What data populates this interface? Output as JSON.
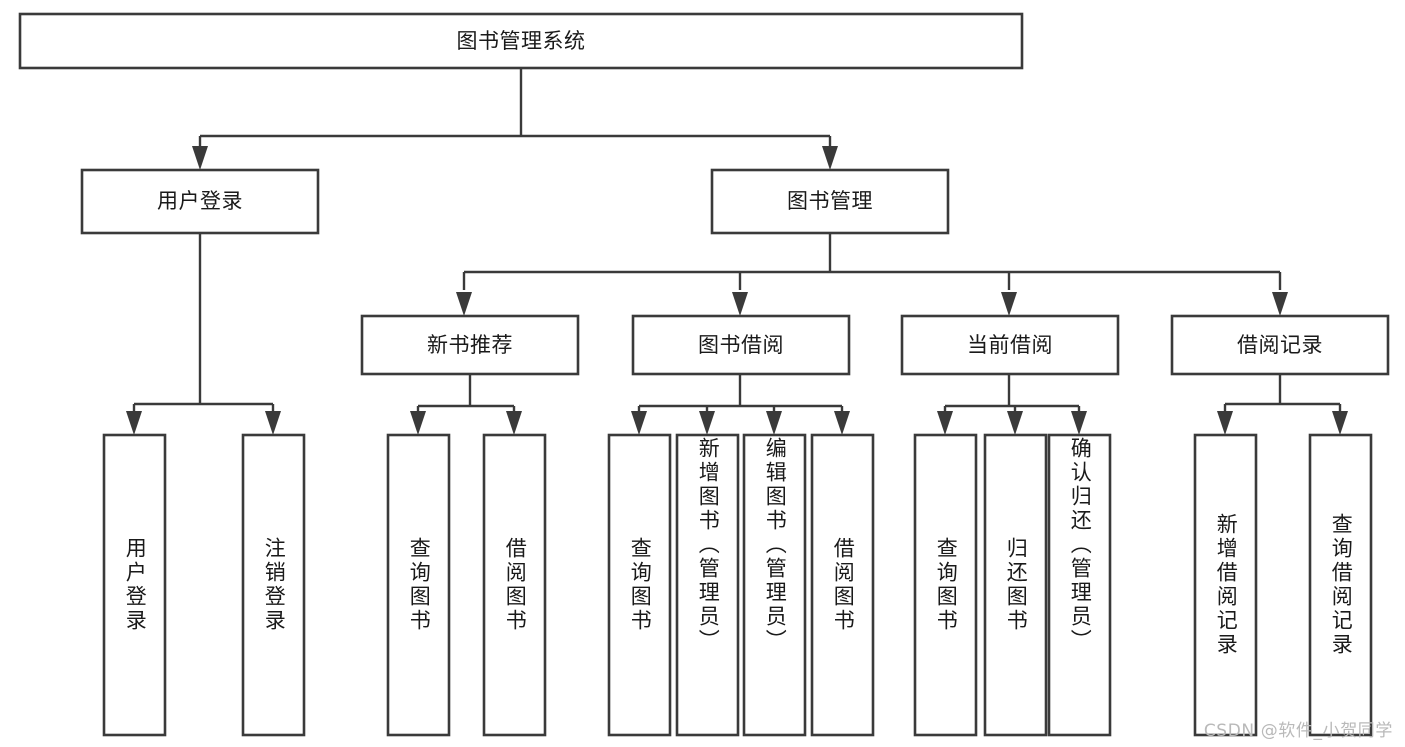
{
  "diagram": {
    "title": "图书管理系统",
    "type": "tree-hierarchy",
    "root": {
      "id": "root",
      "label": "图书管理系统"
    },
    "level2": [
      {
        "id": "user-login",
        "label": "用户登录"
      },
      {
        "id": "book-manage",
        "label": "图书管理"
      }
    ],
    "level3": [
      {
        "id": "new-book-recommend",
        "label": "新书推荐",
        "parent": "book-manage"
      },
      {
        "id": "book-borrow",
        "label": "图书借阅",
        "parent": "book-manage"
      },
      {
        "id": "current-borrow",
        "label": "当前借阅",
        "parent": "book-manage"
      },
      {
        "id": "borrow-record",
        "label": "借阅记录",
        "parent": "book-manage"
      }
    ],
    "leaves": [
      {
        "id": "leaf-user-login",
        "label": "用户登录",
        "parent": "user-login"
      },
      {
        "id": "leaf-user-logout",
        "label": "注销登录",
        "parent": "user-login"
      },
      {
        "id": "leaf-query-book-1",
        "label": "查询图书",
        "parent": "new-book-recommend"
      },
      {
        "id": "leaf-borrow-book-1",
        "label": "借阅图书",
        "parent": "new-book-recommend"
      },
      {
        "id": "leaf-query-book-2",
        "label": "查询图书",
        "parent": "book-borrow"
      },
      {
        "id": "leaf-add-book",
        "label": "新增图书（管理员）",
        "parent": "book-borrow"
      },
      {
        "id": "leaf-edit-book",
        "label": "编辑图书（管理员）",
        "parent": "book-borrow"
      },
      {
        "id": "leaf-borrow-book-2",
        "label": "借阅图书",
        "parent": "book-borrow"
      },
      {
        "id": "leaf-query-book-3",
        "label": "查询图书",
        "parent": "current-borrow"
      },
      {
        "id": "leaf-return-book",
        "label": "归还图书",
        "parent": "current-borrow"
      },
      {
        "id": "leaf-confirm-return",
        "label": "确认归还（管理员）",
        "parent": "current-borrow"
      },
      {
        "id": "leaf-add-record",
        "label": "新增借阅记录",
        "parent": "borrow-record"
      },
      {
        "id": "leaf-query-record",
        "label": "查询借阅记录",
        "parent": "borrow-record"
      }
    ]
  },
  "watermark": {
    "text": "CSDN @软件_小贺同学"
  },
  "colors": {
    "stroke": "#3a3a3a",
    "box_fill": "#ffffff",
    "text": "#1a1a1a",
    "background": "#ffffff",
    "watermark": "#b9b9b9"
  }
}
